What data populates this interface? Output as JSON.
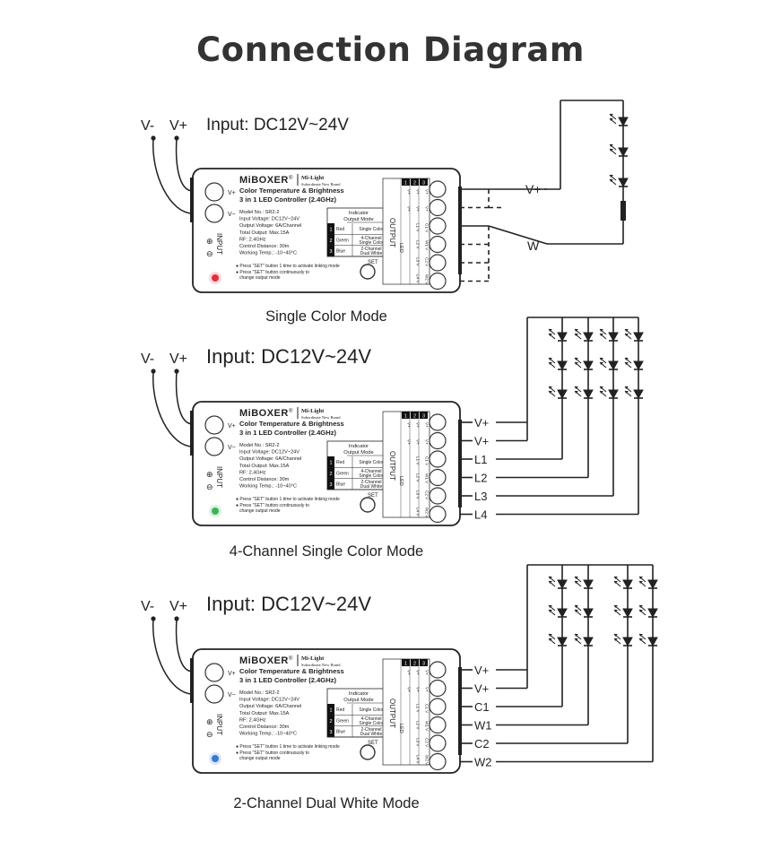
{
  "title": "Connection Diagram",
  "device": {
    "brand": "MiBOXER",
    "registered_mark": "®",
    "sub_brand": "Mi-Light",
    "sub_brand_tagline": "Subordinate New Brand",
    "product_line1": "Color Temperature & Brightness",
    "product_line2": "3 in 1 LED Controller (2.4GHz)",
    "spec_model": "Model No.: SR2-2",
    "spec_input": "Input Voltage: DC12V~24V",
    "spec_output": "Output Voltage: 6A/Channel",
    "spec_total": "Total Output: Max.15A",
    "spec_rf": "RF: 2.4GHz",
    "spec_distance": "Control Distance: 30m",
    "spec_temp": "Working Temp.: -10~40°C",
    "indicator_header1": "Indicator",
    "indicator_header2": "Output Mode",
    "indicator_rows": [
      {
        "n": "1",
        "color": "Red",
        "mode": "Single Color",
        "mode2": ""
      },
      {
        "n": "2",
        "color": "Green",
        "mode": "4-Channel",
        "mode2": "Single Color"
      },
      {
        "n": "3",
        "color": "Blue",
        "mode": "2-Channel",
        "mode2": "Dual White"
      }
    ],
    "note1": "● Press \"SET\" button 1 time to activate linking mode",
    "note2": "● Press \"SET\" button continuously to",
    "note3": "change output mode",
    "set_label": "SET",
    "input_label": "INPUT",
    "output_label": "OUTPUT",
    "led_label": "LED",
    "input_terminals": [
      "V+",
      "V−"
    ],
    "switch_tabs": [
      "1",
      "2",
      "3"
    ],
    "output_cols": [
      [
        "V+",
        "V+",
        "V+"
      ],
      [
        "L1 V",
        "L2 V",
        "L3 V",
        "L4 V"
      ],
      [
        "V+",
        "C1 V",
        "W1 V",
        "C2 V",
        "W2 V"
      ]
    ],
    "output_table": {
      "col1": [
        "V+",
        "V+",
        "",
        "",
        "",
        ""
      ],
      "col2": [
        "V+",
        "V+",
        "L1 V",
        "L2 V",
        "L3 V",
        "L4 V"
      ],
      "col3": [
        "V+",
        "V+",
        "C1 V",
        "W1 V",
        "C2 V",
        "W2 V"
      ]
    }
  },
  "sections": [
    {
      "id": "single",
      "input_text": "Input: DC12V~24V",
      "v_minus": "V-",
      "v_plus": "V+",
      "mode_label": "Single Color Mode",
      "indicator_color": "#e0323f",
      "out_labels": [
        "V+",
        "W"
      ]
    },
    {
      "id": "four",
      "input_text": "Input: DC12V~24V",
      "v_minus": "V-",
      "v_plus": "V+",
      "mode_label": "4-Channel Single Color Mode",
      "indicator_color": "#3fb45a",
      "out_labels": [
        "V+",
        "V+",
        "L1",
        "L2",
        "L3",
        "L4"
      ]
    },
    {
      "id": "dual",
      "input_text": "Input: DC12V~24V",
      "v_minus": "V-",
      "v_plus": "V+",
      "mode_label": "2-Channel Dual White Mode",
      "indicator_color": "#3a78d6",
      "out_labels": [
        "V+",
        "V+",
        "C1",
        "W1",
        "C2",
        "W2"
      ]
    }
  ]
}
